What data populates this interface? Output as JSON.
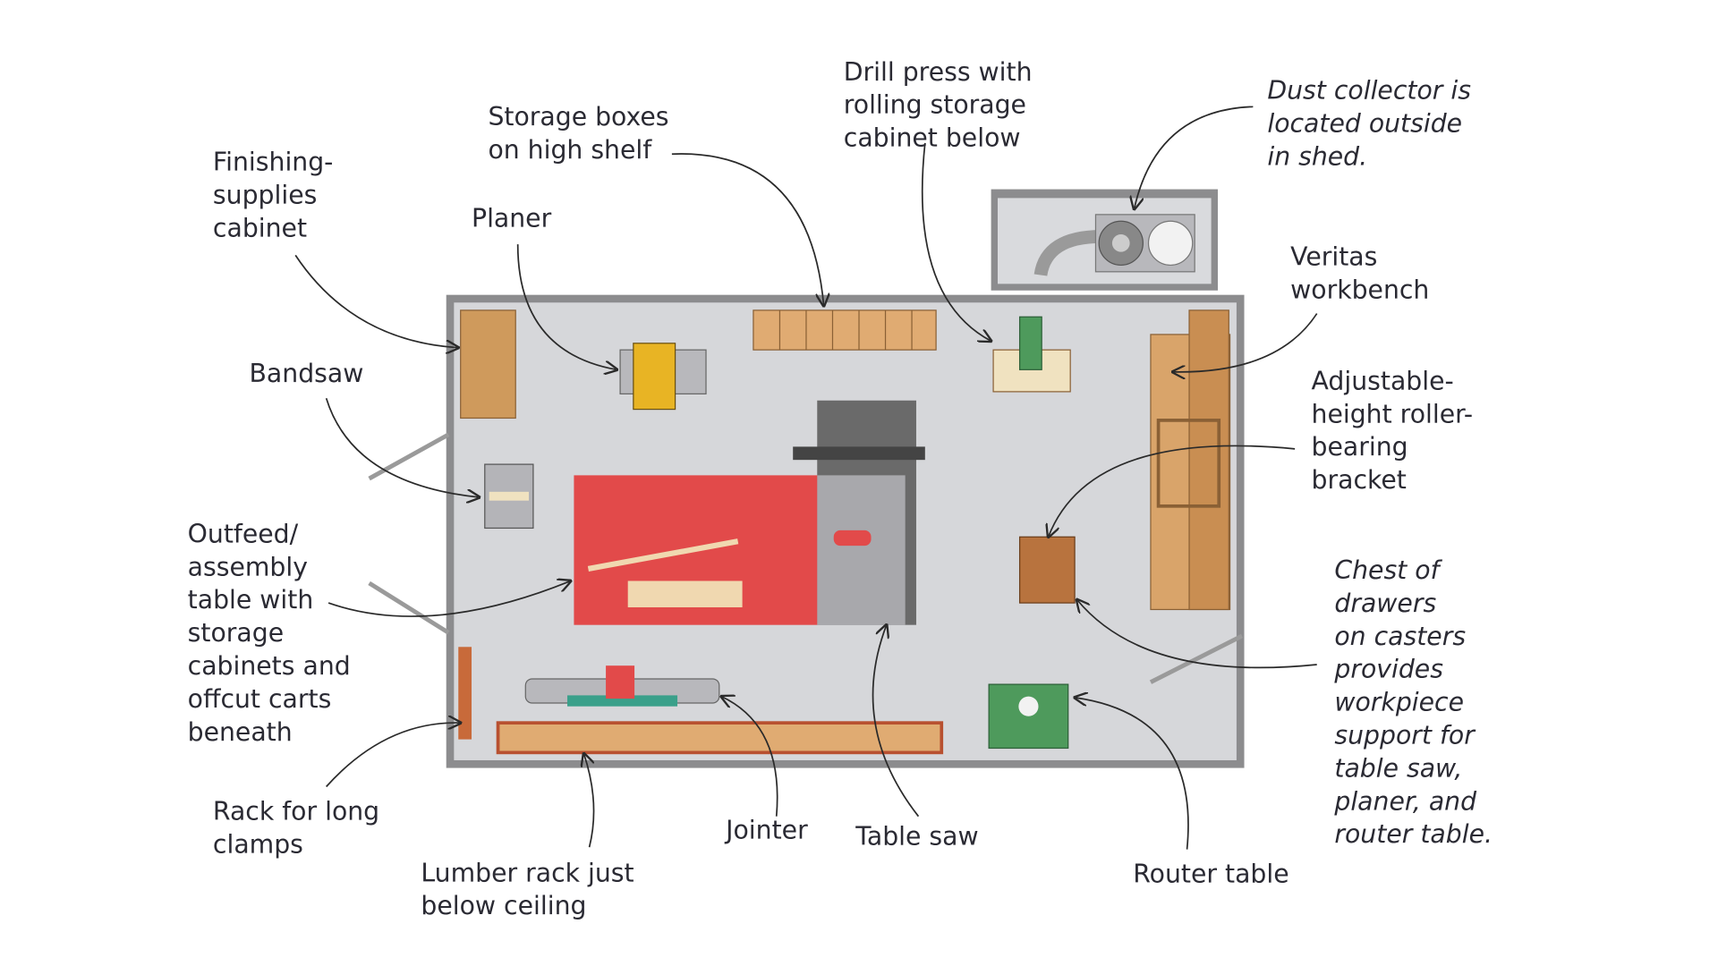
{
  "labels": {
    "finishing_cabinet": [
      "Finishing-",
      "supplies",
      "cabinet"
    ],
    "storage_boxes": [
      "Storage boxes",
      "on high shelf"
    ],
    "drill_press": [
      "Drill press with",
      "rolling storage",
      "cabinet below"
    ],
    "dust_collector": [
      "Dust collector is",
      "located outside",
      "in shed."
    ],
    "planer": [
      "Planer"
    ],
    "workbench": [
      "Veritas",
      "workbench"
    ],
    "bandsaw": [
      "Bandsaw"
    ],
    "roller_bracket": [
      "Adjustable-",
      "height roller-",
      "bearing",
      "bracket"
    ],
    "outfeed_table": [
      "Outfeed/",
      "assembly",
      "table with",
      "storage",
      "cabinets and",
      "offcut carts",
      "beneath"
    ],
    "chest_of_drawers": [
      "Chest of",
      "drawers",
      "on casters",
      "provides",
      "workpiece",
      "support for",
      "table saw,",
      "planer, and",
      "router table."
    ],
    "clamp_rack": [
      "Rack for long",
      "clamps"
    ],
    "lumber_rack": [
      "Lumber rack just",
      "below ceiling"
    ],
    "jointer": [
      "Jointer"
    ],
    "table_saw": [
      "Table saw"
    ],
    "router_table": [
      "Router table"
    ]
  },
  "colors": {
    "wall": "#8c8c8e",
    "floor": "#d6d7da",
    "wood": "#d9a46a",
    "outfeed_red": "#e24a4a",
    "saw_gray": "#6a6a6a",
    "planer_yellow": "#e8b424",
    "machine_green": "#4e9a5c"
  }
}
